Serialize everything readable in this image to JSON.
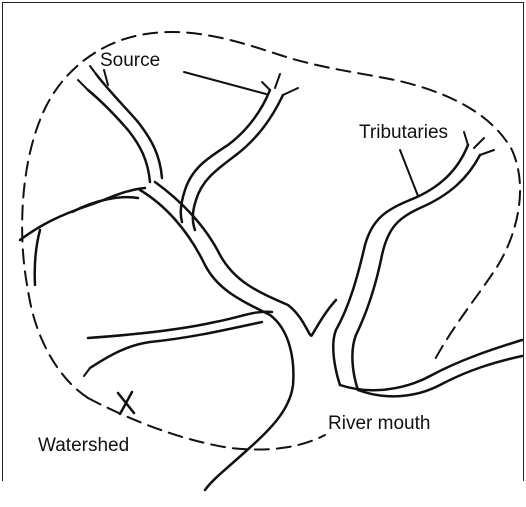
{
  "diagram": {
    "labels": {
      "source": "Source",
      "tributaries": "Tributaries",
      "river_mouth": "River mouth",
      "watershed": "Watershed"
    },
    "stroke_color": "#111111",
    "background_color": "#ffffff"
  }
}
